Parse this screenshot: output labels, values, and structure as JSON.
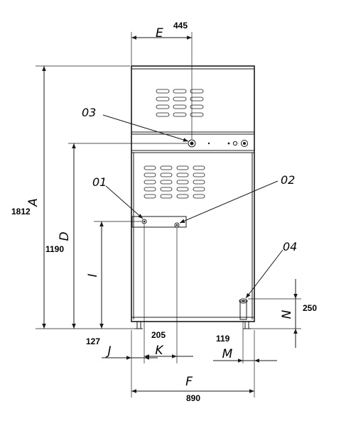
{
  "dimensions": {
    "A": {
      "letter": "A",
      "value": "1812"
    },
    "D": {
      "letter": "D",
      "value": "1190"
    },
    "E": {
      "letter": "E",
      "value": "445"
    },
    "F": {
      "letter": "F",
      "value": "890"
    },
    "I": {
      "letter": "I",
      "value": ""
    },
    "J": {
      "letter": "J",
      "value": "127"
    },
    "K": {
      "letter": "K",
      "value": "205"
    },
    "M": {
      "letter": "M",
      "value": "119"
    },
    "N": {
      "letter": "N",
      "value": "250"
    }
  },
  "callouts": {
    "c01": "01",
    "c02": "02",
    "c03": "03",
    "c04": "04"
  }
}
